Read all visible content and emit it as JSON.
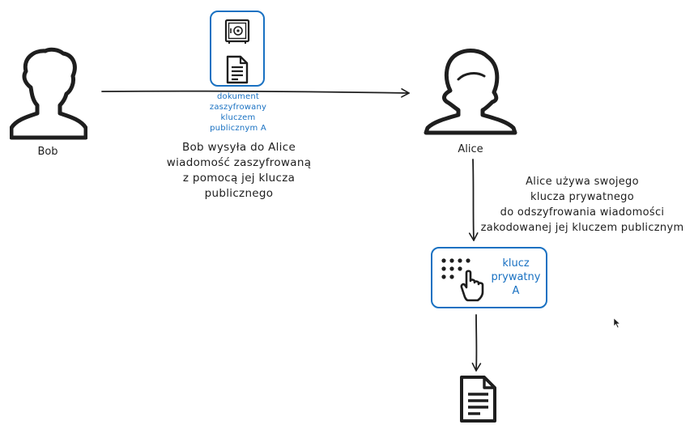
{
  "actors": {
    "bob": {
      "name": "Bob"
    },
    "alice": {
      "name": "Alice"
    }
  },
  "encrypted_document": {
    "caption_lines": [
      "dokument",
      "zaszyfrowany",
      "kluczem",
      "publicznym A"
    ]
  },
  "bob_sends": {
    "lines": [
      "Bob wysyła do Alice",
      "wiadomość zaszyfrowaną",
      "z pomocą jej klucza",
      "publicznego"
    ]
  },
  "alice_decrypts": {
    "lines": [
      "Alice używa swojego",
      "klucza prywatnego",
      "do odszyfrowania wiadomości",
      "zakodowanej jej kluczem publicznym"
    ]
  },
  "private_key": {
    "label_lines": [
      "klucz",
      "prywatny",
      "A"
    ]
  },
  "colors": {
    "accent": "#1971c2",
    "stroke": "#1e1e1e"
  }
}
